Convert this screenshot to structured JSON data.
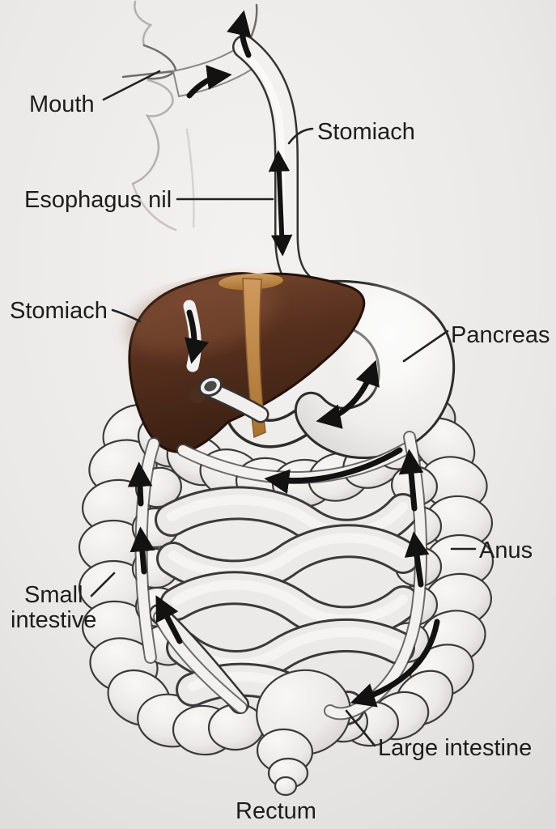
{
  "diagram": {
    "subject": "Human digestive system illustration",
    "labels": {
      "mouth": "Mouth",
      "esophagus_upper": "Stomiach",
      "esophagus": "Esophagus nil",
      "liver": "Stomiach",
      "pancreas": "Pancreas",
      "anus": "Anus",
      "small_intestine_line1": "Small",
      "small_intestine_line2": "intestive",
      "large_intestine": "Large intestine",
      "rectum": "Rectum"
    },
    "colors": {
      "background": "#efedeb",
      "background_edge": "#dedcda",
      "organ_fill": "#f1efee",
      "organ_shade": "#cfccca",
      "organ_outline": "#3a3a3a",
      "liver_light": "#7a4b31",
      "liver_main": "#57301e",
      "liver_dark": "#3a2013",
      "ligament": "#c18a52",
      "arrow": "#121212",
      "label_text": "#1d1d1d",
      "leader": "#222222",
      "face_line": "#b3b1af"
    }
  }
}
